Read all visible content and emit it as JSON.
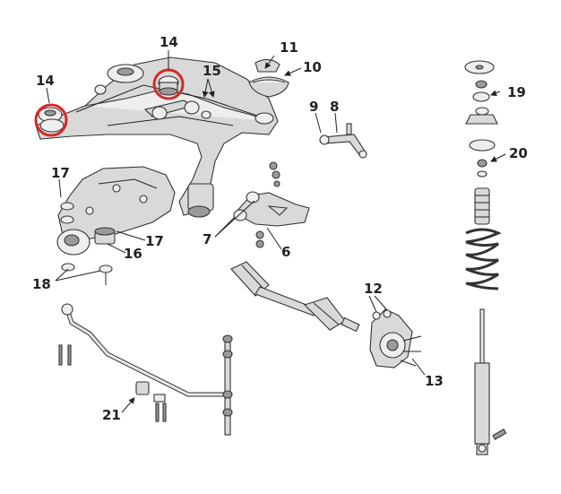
{
  "callouts": {
    "c6": "6",
    "c7": "7",
    "c8": "8",
    "c9": "9",
    "c10": "10",
    "c11": "11",
    "c12": "12",
    "c13": "13",
    "c14a": "14",
    "c14b": "14",
    "c15": "15",
    "c16": "16",
    "c17a": "17",
    "c17b": "17",
    "c18": "18",
    "c19": "19",
    "c20": "20",
    "c21": "21"
  },
  "colors": {
    "highlight": "#d62828",
    "outline": "#333333",
    "metal": "#d9d9d9"
  }
}
